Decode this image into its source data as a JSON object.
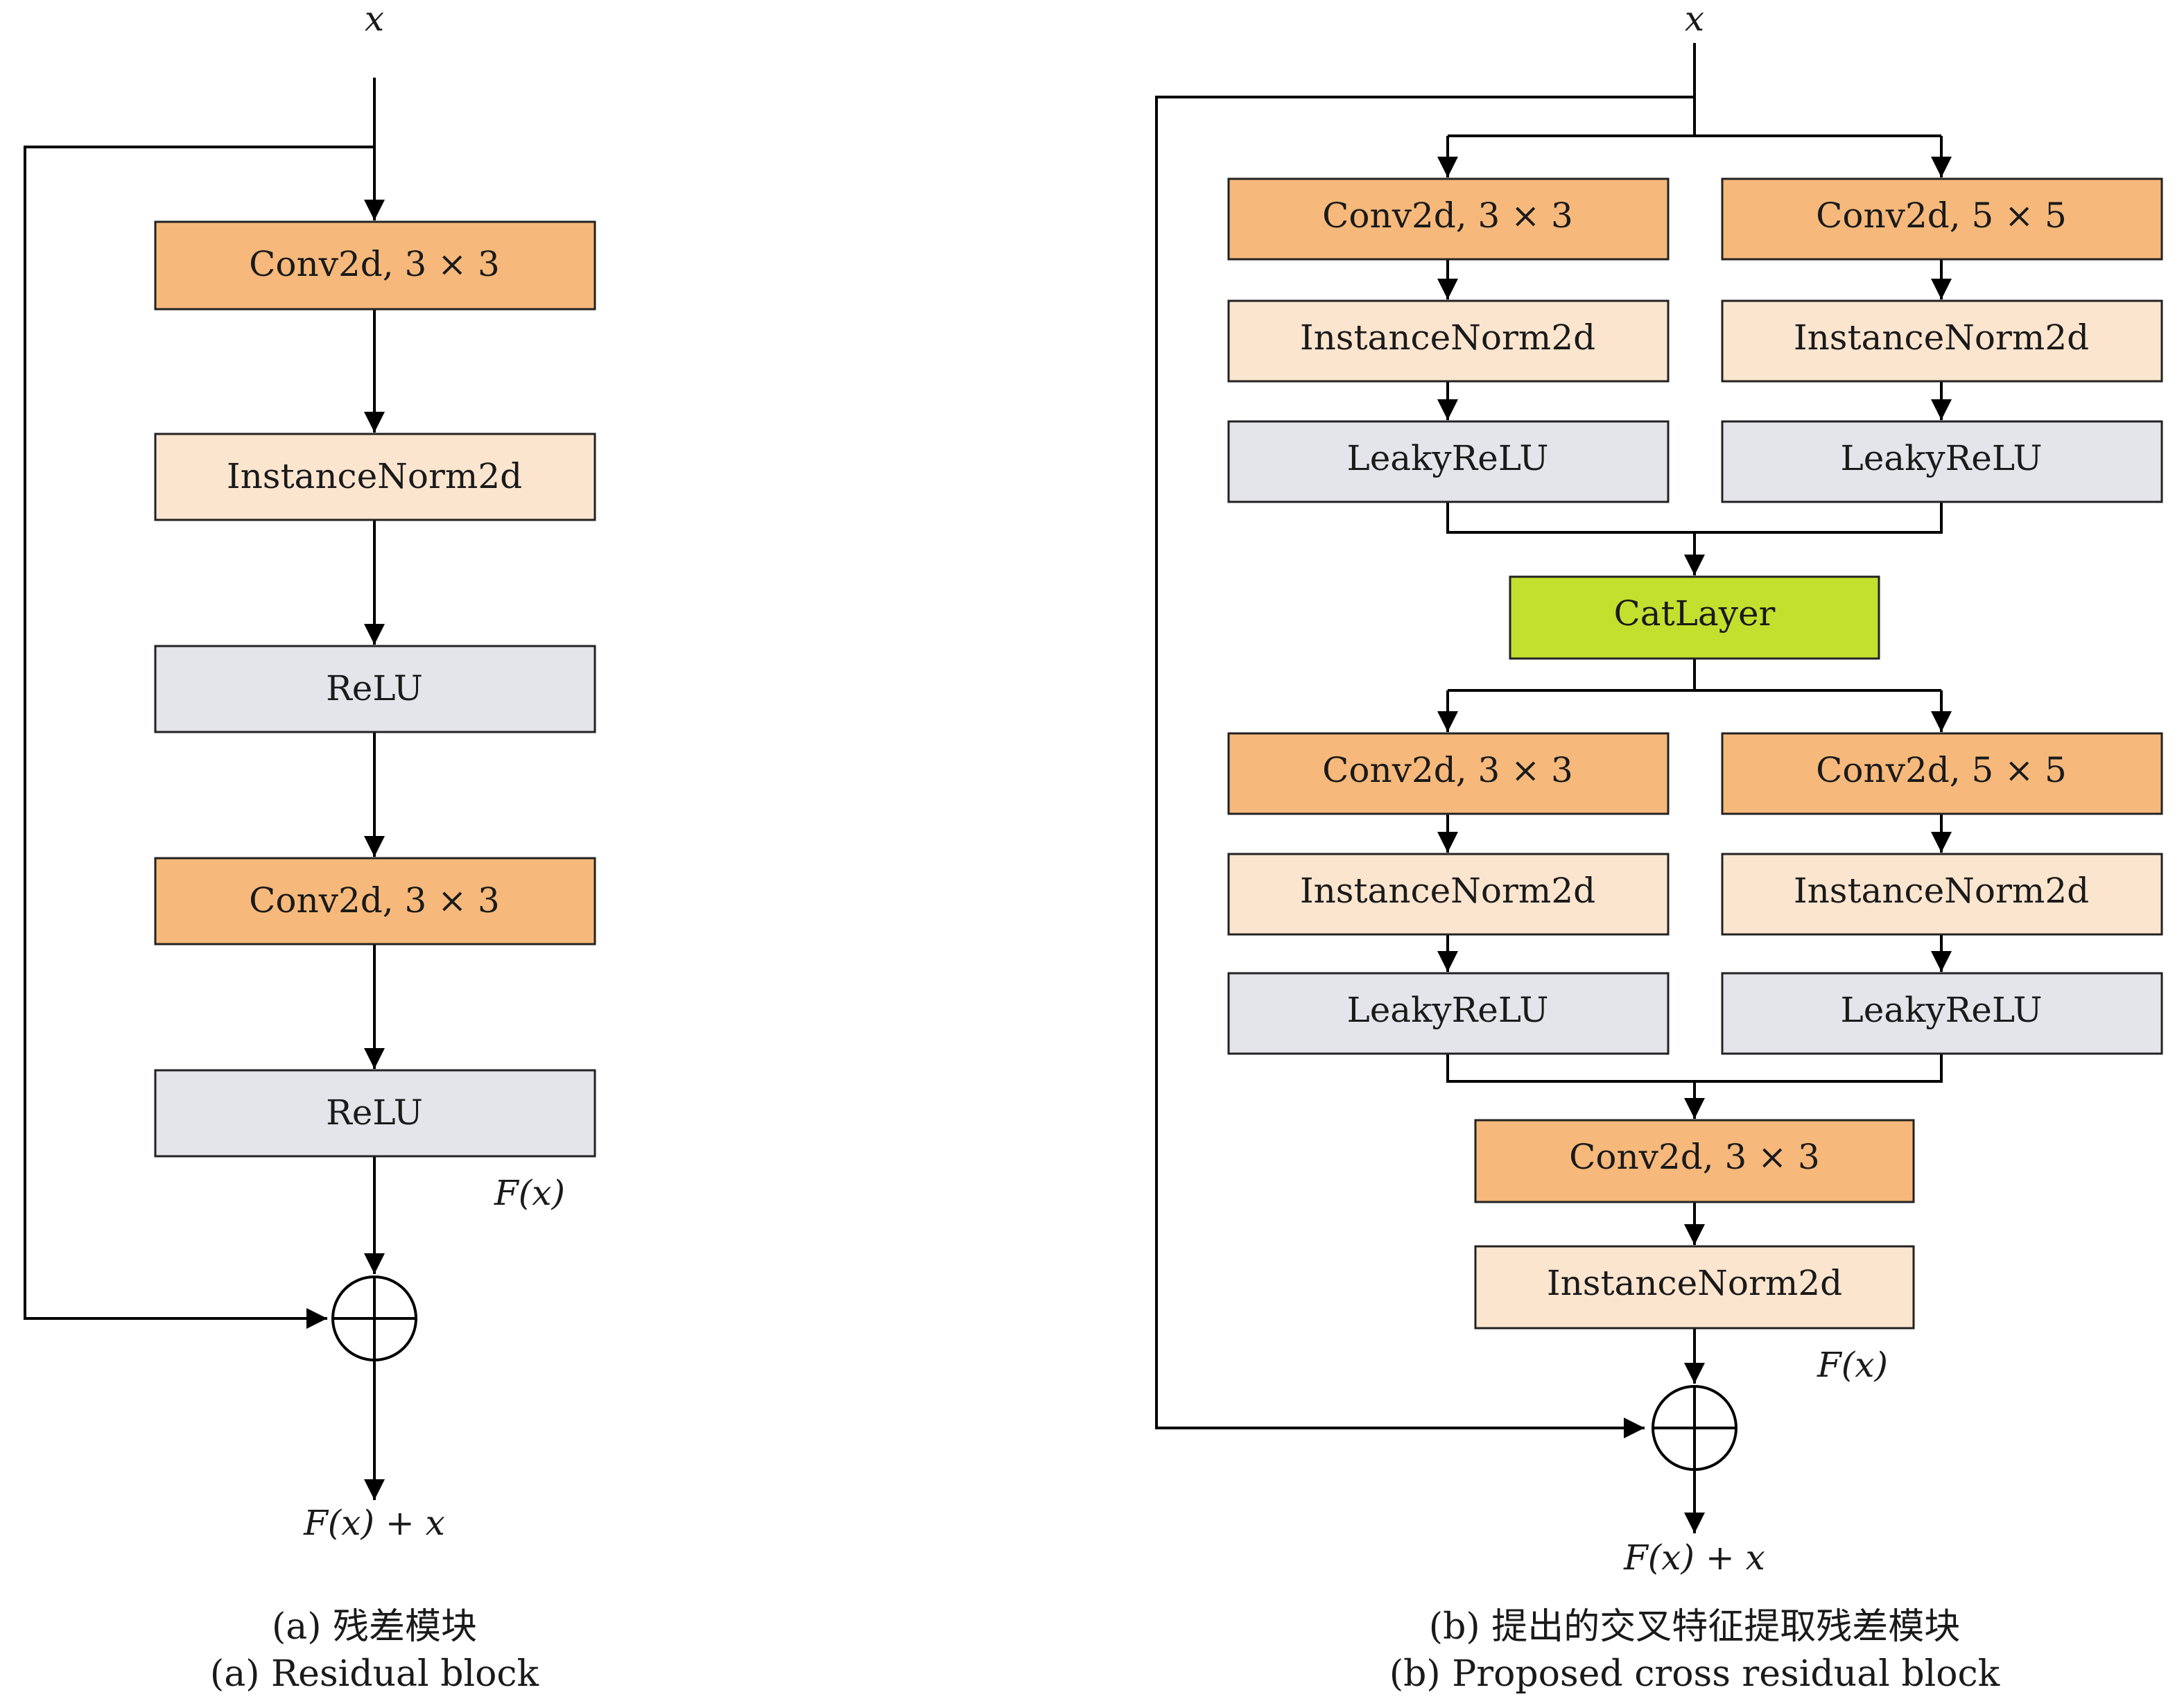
{
  "colors": {
    "conv": "#f6b97b",
    "norm": "#fce5cf",
    "relu": "#e4e5ea",
    "cat": "#c3e02f",
    "line": "#000000"
  },
  "panel_a": {
    "input": "x",
    "blocks": [
      {
        "label": "Conv2d, 3 × 3",
        "kind": "conv"
      },
      {
        "label": "InstanceNorm2d",
        "kind": "norm"
      },
      {
        "label": "ReLU",
        "kind": "relu"
      },
      {
        "label": "Conv2d, 3 × 3",
        "kind": "conv"
      },
      {
        "label": "ReLU",
        "kind": "relu"
      }
    ],
    "fx_label": "F(x)",
    "output": "F(x) + x",
    "caption_cn": "(a) 残差模块",
    "caption_en": "(a) Residual block"
  },
  "panel_b": {
    "input": "x",
    "branch1_left": [
      {
        "label": "Conv2d, 3 × 3",
        "kind": "conv"
      },
      {
        "label": "InstanceNorm2d",
        "kind": "norm"
      },
      {
        "label": "LeakyReLU",
        "kind": "relu"
      }
    ],
    "branch1_right": [
      {
        "label": "Conv2d, 5 × 5",
        "kind": "conv"
      },
      {
        "label": "InstanceNorm2d",
        "kind": "norm"
      },
      {
        "label": "LeakyReLU",
        "kind": "relu"
      }
    ],
    "cat": {
      "label": "CatLayer",
      "kind": "cat"
    },
    "branch2_left": [
      {
        "label": "Conv2d, 3 × 3",
        "kind": "conv"
      },
      {
        "label": "InstanceNorm2d",
        "kind": "norm"
      },
      {
        "label": "LeakyReLU",
        "kind": "relu"
      }
    ],
    "branch2_right": [
      {
        "label": "Conv2d, 5 × 5",
        "kind": "conv"
      },
      {
        "label": "InstanceNorm2d",
        "kind": "norm"
      },
      {
        "label": "LeakyReLU",
        "kind": "relu"
      }
    ],
    "tail": [
      {
        "label": "Conv2d, 3 × 3",
        "kind": "conv"
      },
      {
        "label": "InstanceNorm2d",
        "kind": "norm"
      }
    ],
    "fx_label": "F(x)",
    "output": "F(x) + x",
    "caption_cn": "(b) 提出的交叉特征提取残差模块",
    "caption_en": "(b) Proposed cross residual block"
  }
}
